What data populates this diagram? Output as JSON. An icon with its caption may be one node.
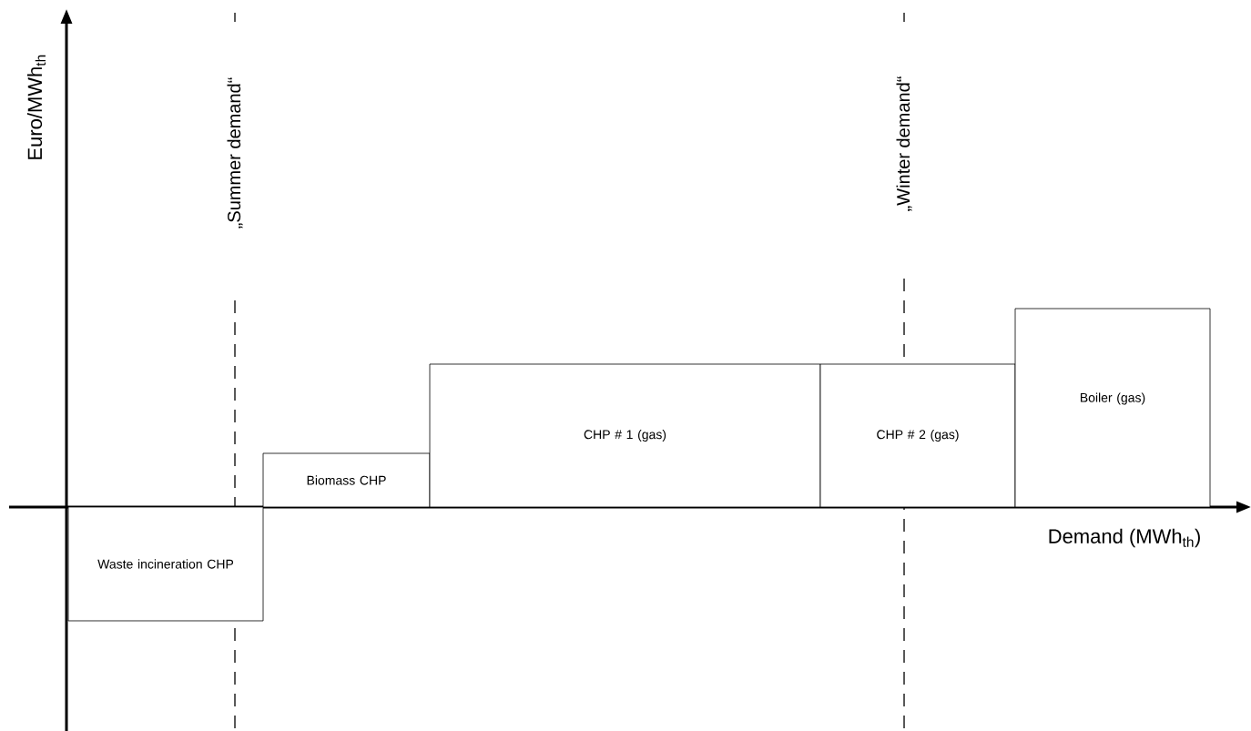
{
  "diagram": {
    "nodes": [
      {
        "text": [
          "Waste incineration CHP"
        ]
      },
      {
        "text": [
          "Biomass CHP"
        ]
      },
      {
        "text": [
          "CHP # 1 (gas)"
        ]
      },
      {
        "text": [
          "CHP # 2 (gas)"
        ]
      },
      {
        "text": [
          "Boiler (gas)"
        ]
      }
    ],
    "labels": [
      "Euro/MWh$_{th}$",
      "„Summer demand“",
      "„Winter demand“",
      "Demand (MWh$_{th}$)"
    ]
  }
}
